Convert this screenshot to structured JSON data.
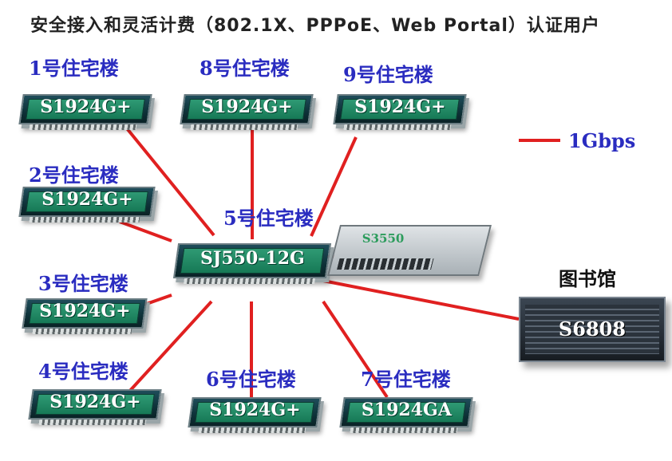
{
  "title": "安全接入和灵活计费（802.1X、PPPoE、Web Portal）认证用户",
  "legend": {
    "label": "1Gbps",
    "line_color": "#e02020"
  },
  "buildings": {
    "b1": {
      "label": "1号住宅楼",
      "model": "S1924G+"
    },
    "b2": {
      "label": "2号住宅楼",
      "model": "S1924G+"
    },
    "b3": {
      "label": "3号住宅楼",
      "model": "S1924G+"
    },
    "b4": {
      "label": "4号住宅楼",
      "model": "S1924G+"
    },
    "b5": {
      "label": "5号住宅楼",
      "model": "SJ550-12G"
    },
    "b6": {
      "label": "6号住宅楼",
      "model": "S1924G+"
    },
    "b7": {
      "label": "7号住宅楼",
      "model": "S1924GA"
    },
    "b8": {
      "label": "8号住宅楼",
      "model": "S1924G+"
    },
    "b9": {
      "label": "9号住宅楼",
      "model": "S1924G+"
    }
  },
  "router": {
    "model": "S3550"
  },
  "library": {
    "label": "图书馆",
    "model": "S6808"
  }
}
